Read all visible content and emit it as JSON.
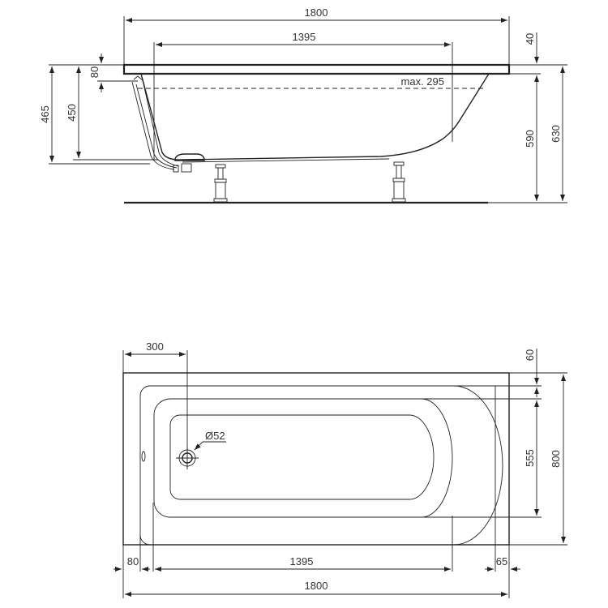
{
  "side_view": {
    "dims": {
      "overall_length": "1800",
      "inner_length": "1395",
      "rim_thickness": "40",
      "overflow_offset": "80",
      "height_465": "465",
      "height_450": "450",
      "height_590": "590",
      "height_630": "630",
      "water_level": "max. 295"
    }
  },
  "plan_view": {
    "dims": {
      "drain_offset": "300",
      "drain_diameter": "Ø52",
      "rim_top": "60",
      "inner_width": "555",
      "overall_width": "800",
      "rim_left": "80",
      "inner_length": "1395",
      "rim_right": "65",
      "overall_length": "1800"
    }
  }
}
